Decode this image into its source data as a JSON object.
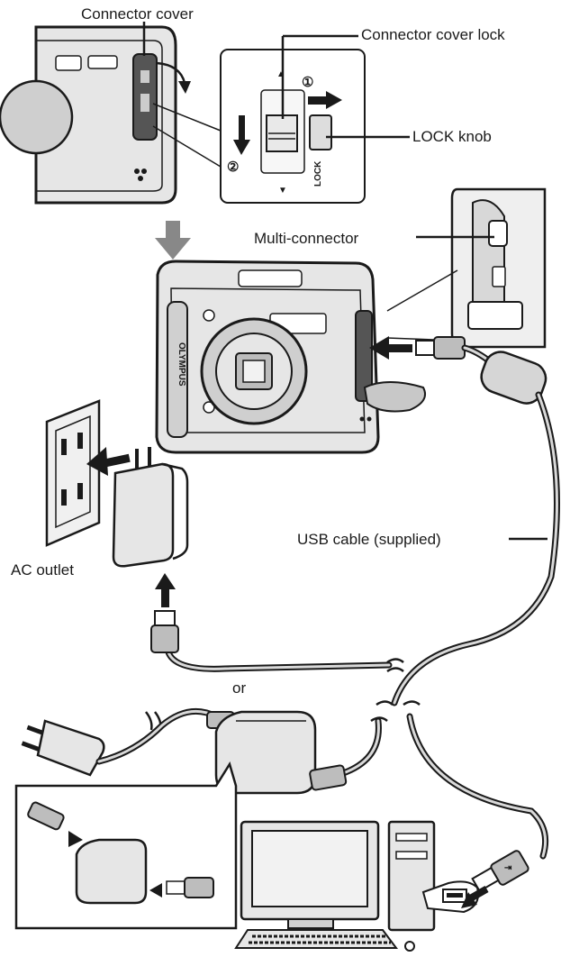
{
  "labels": {
    "connector_cover": "Connector cover",
    "connector_cover_lock": "Connector cover lock",
    "lock_knob": "LOCK knob",
    "multi_connector": "Multi-connector",
    "ac_outlet": "AC outlet",
    "usb_cable": "USB cable (supplied)",
    "or": "or"
  },
  "steps": {
    "one": "①",
    "two": "②"
  },
  "markings": {
    "lock_text": "LOCK",
    "brand": "OLYMPUS"
  },
  "icons": [
    "arrow-right-icon",
    "arrow-down-icon",
    "arrow-up-icon",
    "arrow-left-icon",
    "usb-symbol-icon"
  ],
  "colors": {
    "ink": "#1a1a1a",
    "body_fill": "#e6e6e6",
    "arrow_gray": "#888888",
    "screen": "#f2f2f2"
  }
}
